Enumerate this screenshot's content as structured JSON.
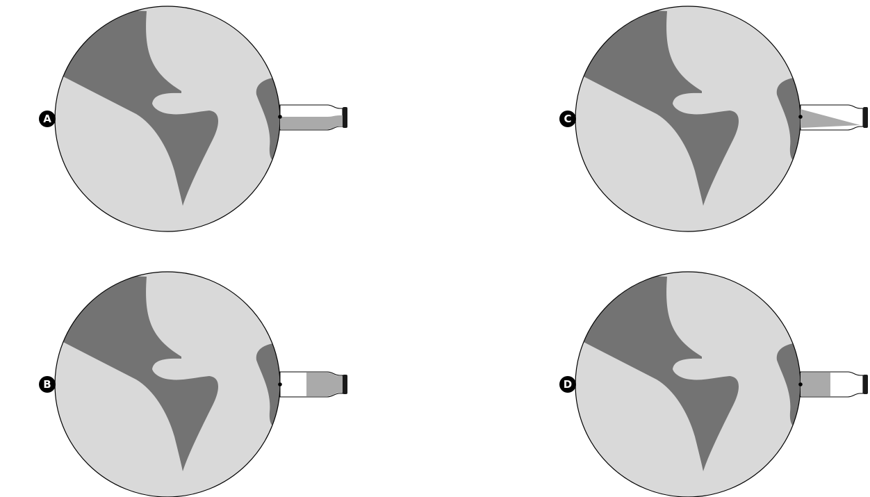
{
  "panels": [
    {
      "id": "A",
      "label": "A",
      "liquid_fill": "narrow-bottom-strip"
    },
    {
      "id": "B",
      "label": "B",
      "liquid_fill": "full-width-near-cap"
    },
    {
      "id": "C",
      "label": "C",
      "liquid_fill": "wedge-tapering-to-cap"
    },
    {
      "id": "D",
      "label": "D",
      "liquid_fill": "full-width-near-circle"
    }
  ],
  "colors": {
    "background": "#ffffff",
    "circle_fill": "#d9d9d9",
    "dark_region": "#737373",
    "liquid": "#aaaaaa",
    "outline": "#000000",
    "bottle_cap": "#1a1a1a",
    "badge": "#000000"
  }
}
